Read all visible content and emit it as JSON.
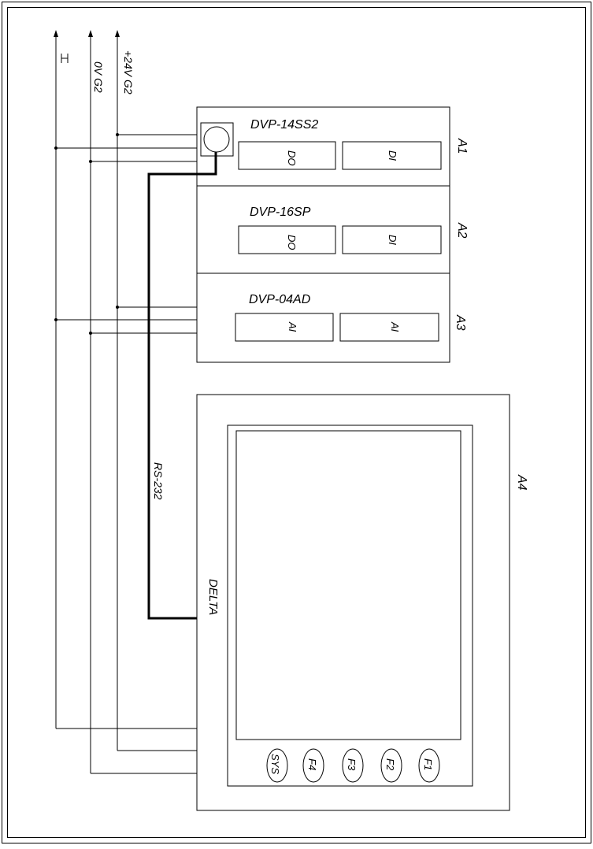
{
  "rails": {
    "ground_symbol": "ground-icon",
    "zero_volt_label": "0V G2",
    "plus24_label": "+24V G2"
  },
  "modules": [
    {
      "id": "A1",
      "model": "DVP-14SS2",
      "port_left": "DO",
      "port_right": "DI"
    },
    {
      "id": "A2",
      "model": "DVP-16SP",
      "port_left": "DO",
      "port_right": "DI"
    },
    {
      "id": "A3",
      "model": "DVP-04AD",
      "port_left": "AI",
      "port_right": "AI"
    }
  ],
  "hmi": {
    "id": "A4",
    "brand": "DELTA",
    "keys": [
      "SYS",
      "F4",
      "F3",
      "F2",
      "F1"
    ]
  },
  "cable": {
    "label": "RS-232"
  }
}
